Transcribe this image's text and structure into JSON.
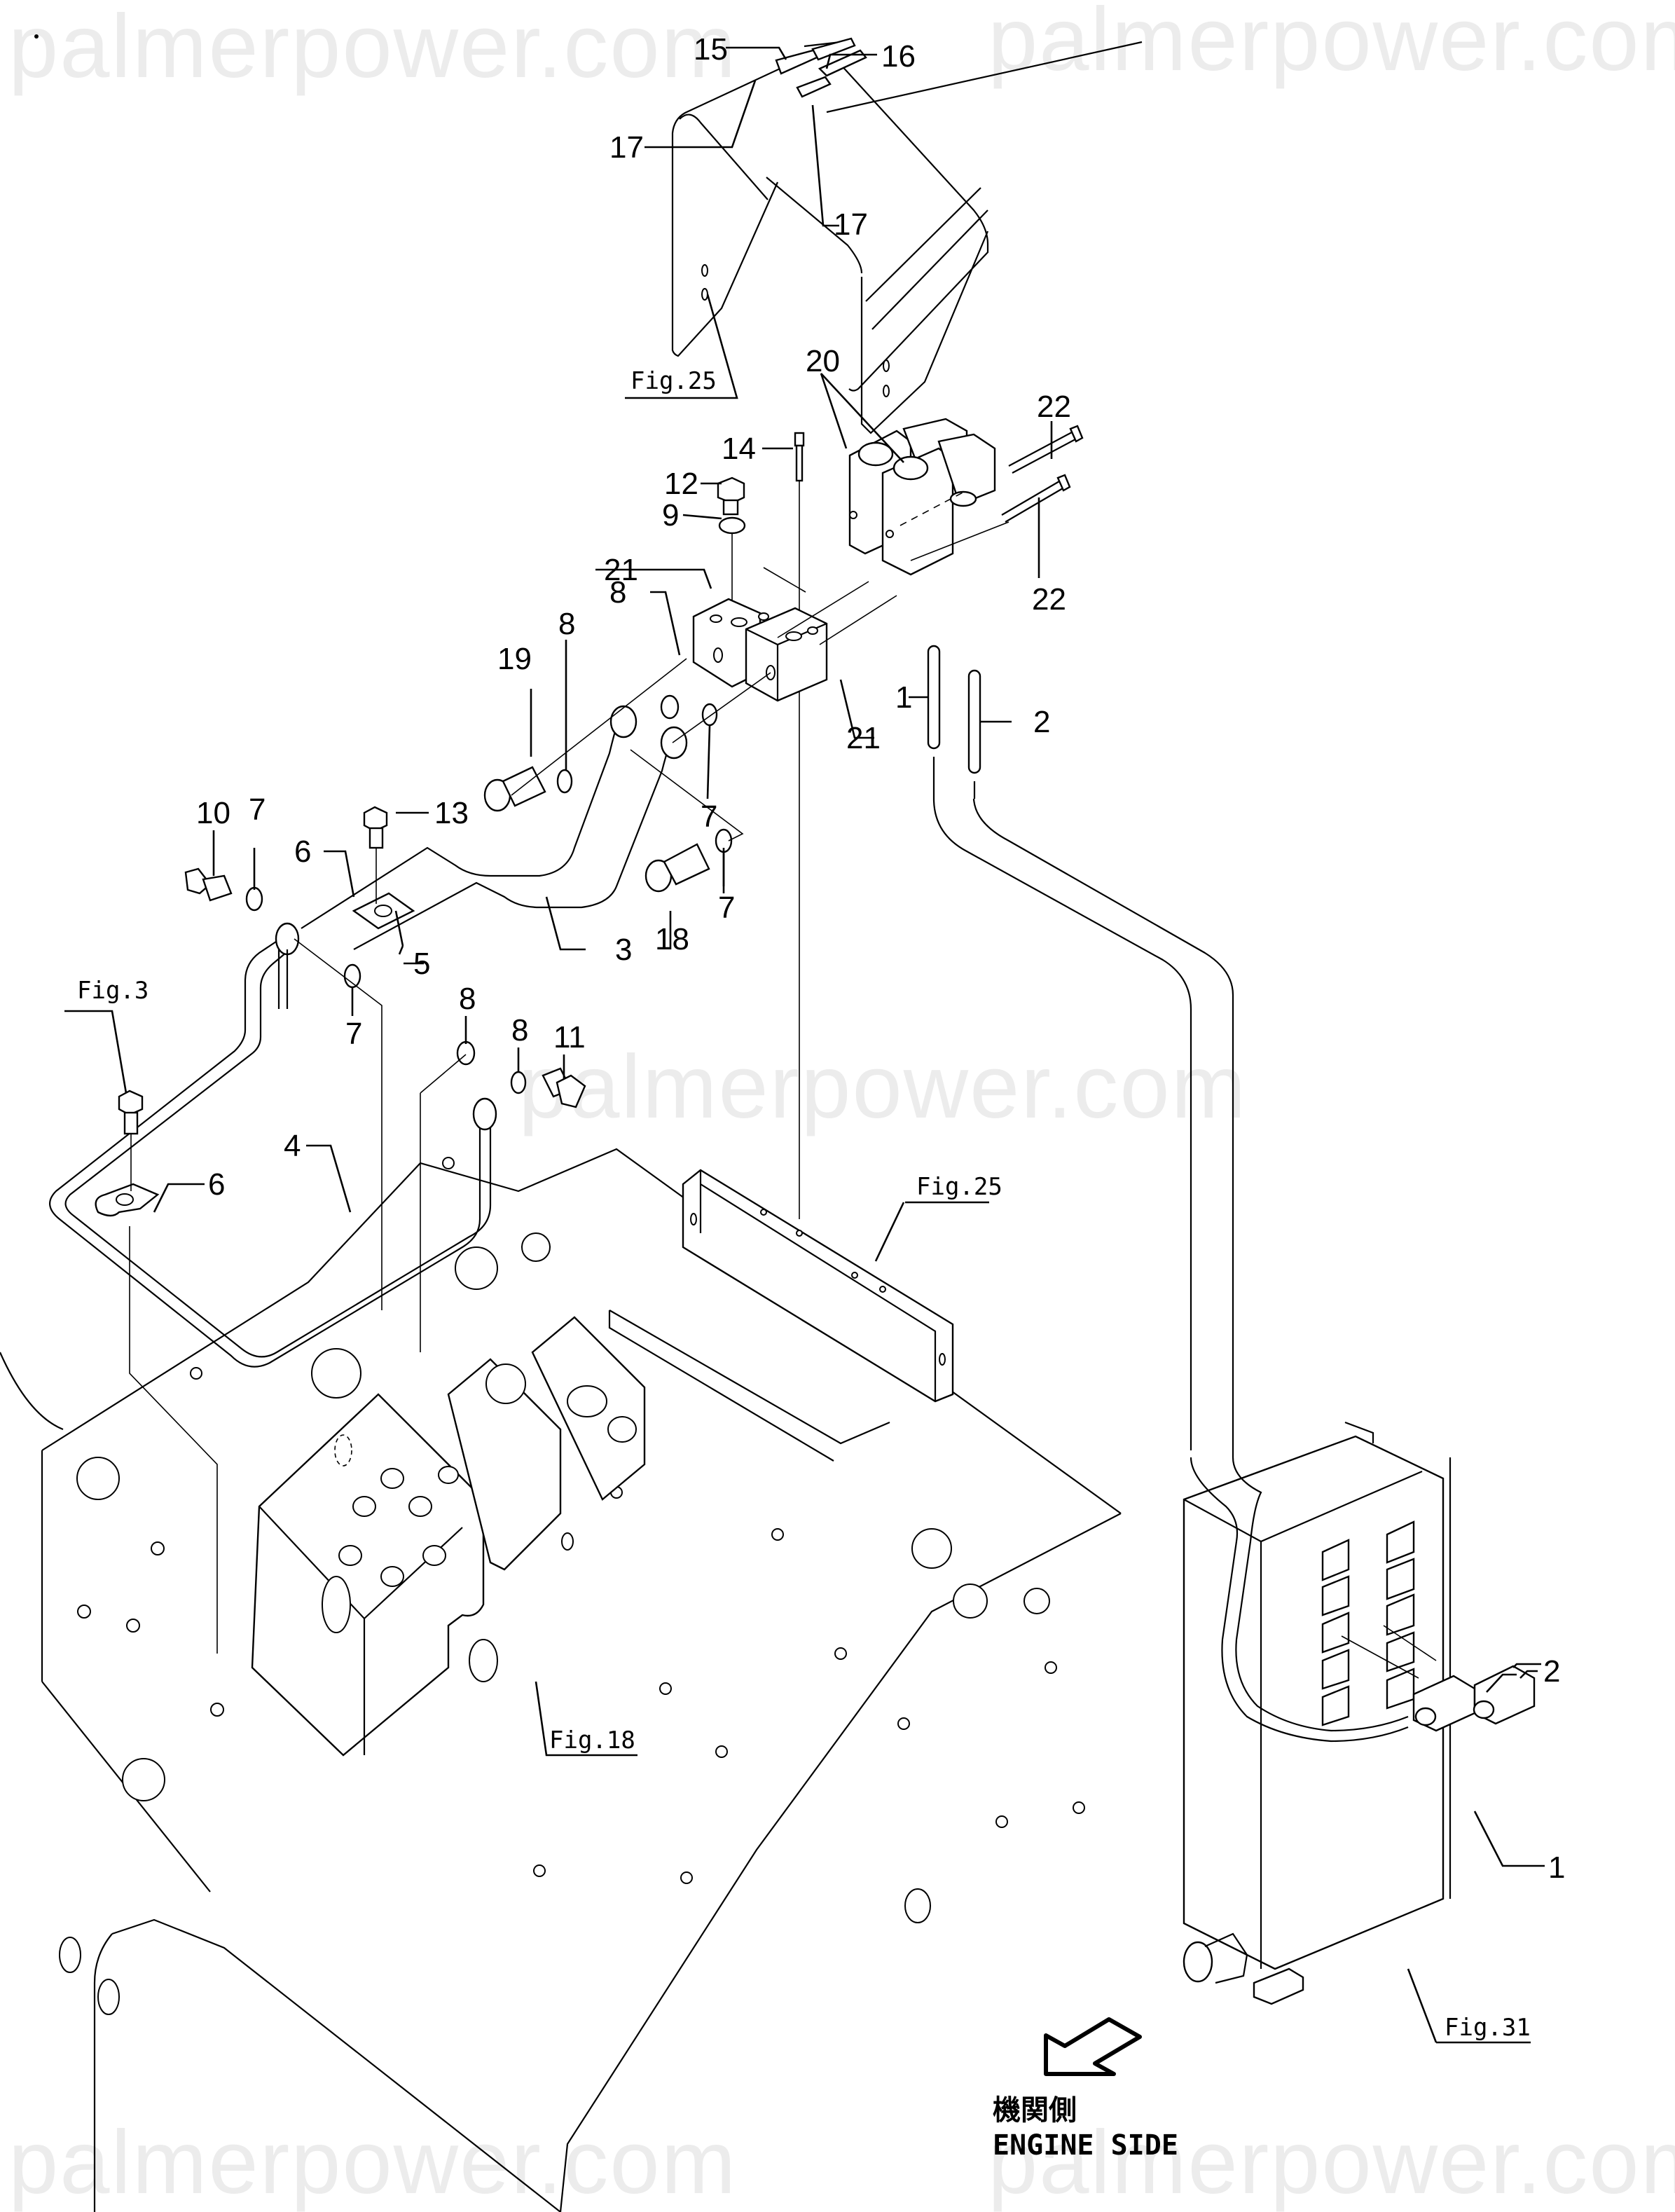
{
  "diagram": {
    "type": "exploded-parts-diagram",
    "watermark": "palmerpower.com",
    "callouts": [
      {
        "id": "c15",
        "label": "15"
      },
      {
        "id": "c16",
        "label": "16"
      },
      {
        "id": "c17a",
        "label": "17"
      },
      {
        "id": "c17b",
        "label": "17"
      },
      {
        "id": "c20",
        "label": "20"
      },
      {
        "id": "c22a",
        "label": "22"
      },
      {
        "id": "c22b",
        "label": "22"
      },
      {
        "id": "c14",
        "label": "14"
      },
      {
        "id": "c12",
        "label": "12"
      },
      {
        "id": "c9",
        "label": "9"
      },
      {
        "id": "c21a",
        "label": "21"
      },
      {
        "id": "c21b",
        "label": "21"
      },
      {
        "id": "c8a",
        "label": "8"
      },
      {
        "id": "c8b",
        "label": "8"
      },
      {
        "id": "c19",
        "label": "19"
      },
      {
        "id": "c7a",
        "label": "7"
      },
      {
        "id": "c7b",
        "label": "7"
      },
      {
        "id": "c7c",
        "label": "7"
      },
      {
        "id": "c7d",
        "label": "7"
      },
      {
        "id": "c1a",
        "label": "1"
      },
      {
        "id": "c2a",
        "label": "2"
      },
      {
        "id": "c10",
        "label": "10"
      },
      {
        "id": "c13",
        "label": "13"
      },
      {
        "id": "c6a",
        "label": "6"
      },
      {
        "id": "c5",
        "label": "5"
      },
      {
        "id": "c3",
        "label": "3"
      },
      {
        "id": "c18",
        "label": "18"
      },
      {
        "id": "c8c",
        "label": "8"
      },
      {
        "id": "c8d",
        "label": "8"
      },
      {
        "id": "c11",
        "label": "11"
      },
      {
        "id": "c4",
        "label": "4"
      },
      {
        "id": "c6b",
        "label": "6"
      },
      {
        "id": "c2b",
        "label": "2"
      },
      {
        "id": "c1b",
        "label": "1"
      }
    ],
    "figure_refs": [
      {
        "id": "fig25a",
        "label": "Fig.25"
      },
      {
        "id": "fig3",
        "label": "Fig.3"
      },
      {
        "id": "fig25b",
        "label": "Fig.25"
      },
      {
        "id": "fig18",
        "label": "Fig.18"
      },
      {
        "id": "fig31",
        "label": "Fig.31"
      }
    ],
    "direction_indicator": {
      "label_jp": "機関側",
      "label_en": "ENGINE SIDE",
      "arrow": "arrow-down-left-icon"
    }
  }
}
